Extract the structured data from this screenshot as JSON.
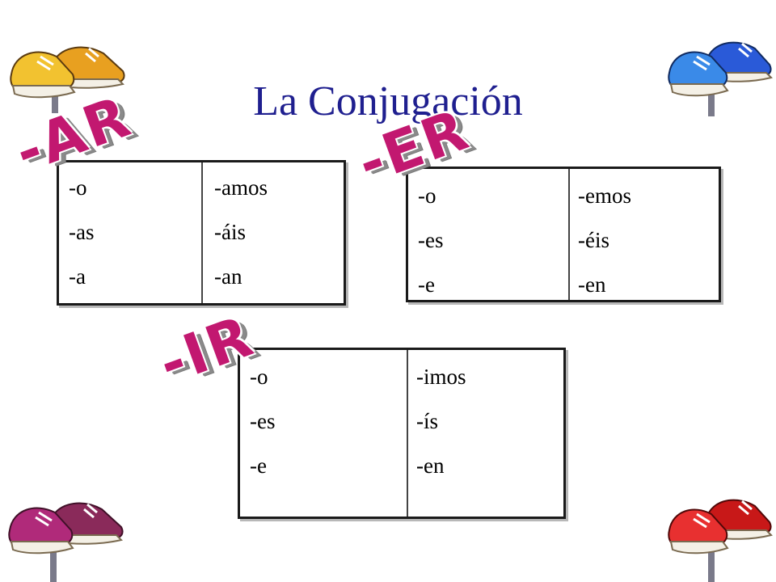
{
  "slide": {
    "title": "La Conjugación",
    "groups": [
      {
        "label": "-AR",
        "singular": [
          "-o",
          "-as",
          "-a"
        ],
        "plural": [
          "-amos",
          "-áis",
          "-an"
        ]
      },
      {
        "label": "-ER",
        "singular": [
          "-o",
          "-es",
          "-e"
        ],
        "plural": [
          "-emos",
          "-éis",
          "-en"
        ]
      },
      {
        "label": "-IR",
        "singular": [
          "-o",
          "-es",
          "-e"
        ],
        "plural": [
          "-imos",
          "-ís",
          "-en"
        ]
      }
    ]
  },
  "decorations": {
    "sneaker_colors": [
      "yellow",
      "blue",
      "purple",
      "red"
    ]
  }
}
